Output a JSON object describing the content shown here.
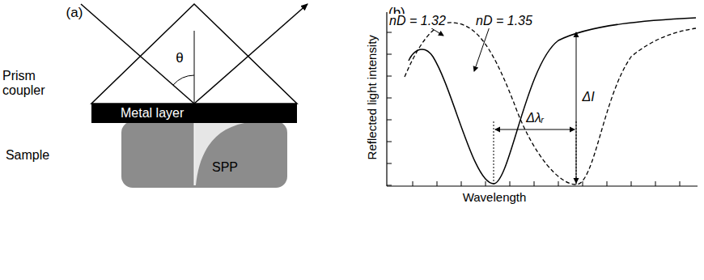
{
  "diagram": {
    "nodes": [
      {
        "text": [
          "Metal layer"
        ]
      }
    ],
    "labels": [
      "(a)",
      "Prism coupler",
      "θ",
      "Sample",
      "SPP",
      "(b)",
      "nD = 1.32",
      "nD = 1.35",
      "ΔI",
      "Δλᵣ",
      "Reflected light intensity",
      "Wavelength"
    ]
  }
}
